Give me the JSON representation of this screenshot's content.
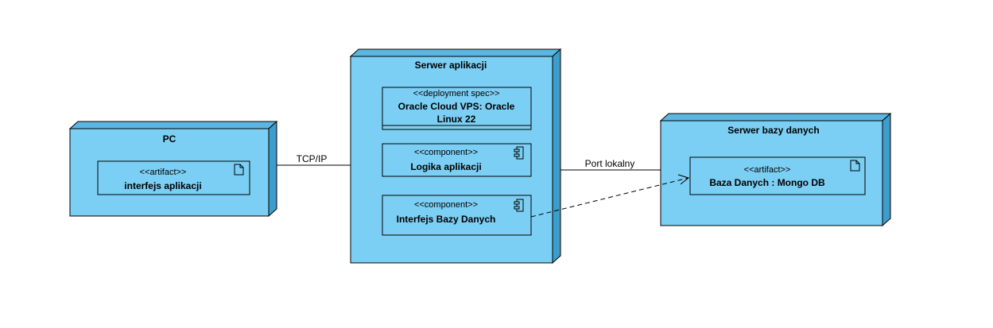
{
  "nodes": {
    "pc": {
      "title": "PC",
      "artifact": {
        "stereotype": "<<artifact>>",
        "name": "interfejs aplikacji",
        "icon": "document-icon"
      }
    },
    "app_server": {
      "title": "Serwer aplikacji",
      "deployment_spec": {
        "stereotype": "<<deployment spec>>",
        "name_line1": "Oracle Cloud VPS: Oracle",
        "name_line2": "Linux 22"
      },
      "components": [
        {
          "stereotype": "<<component>>",
          "name": "Logika aplikacji",
          "icon": "component-icon"
        },
        {
          "stereotype": "<<component>>",
          "name": "Interfejs Bazy Danych",
          "icon": "component-icon"
        }
      ]
    },
    "db_server": {
      "title": "Serwer bazy danych",
      "artifact": {
        "stereotype": "<<artifact>>",
        "name": "Baza Danych : Mongo DB",
        "icon": "document-icon"
      }
    }
  },
  "connections": {
    "pc_to_app": "TCP/IP",
    "app_to_db": "Port lokalny"
  },
  "colors": {
    "node_fill": "#7ccff4",
    "node_top": "#5bb7e2",
    "node_side": "#3f9dcc",
    "inner_fill": "#7ccff4",
    "stroke": "#000000"
  }
}
